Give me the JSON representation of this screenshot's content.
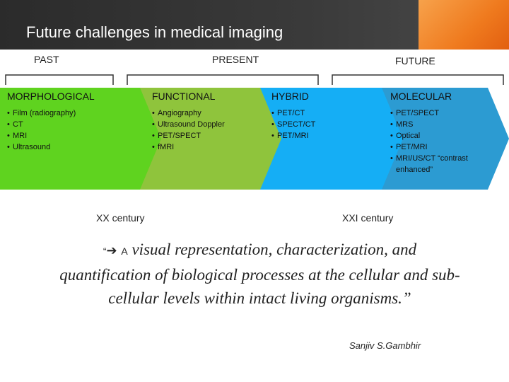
{
  "title": "Future challenges in medical imaging",
  "eras": {
    "past": "PAST",
    "present": "PRESENT",
    "future": "FUTURE"
  },
  "stages": [
    {
      "heading": "MORPHOLOGICAL",
      "items": [
        "Film (radiography)",
        "CT",
        "MRI",
        "Ultrasound"
      ],
      "color": "#5fd31f"
    },
    {
      "heading": "FUNCTIONAL",
      "items": [
        "Angiography",
        "Ultrasound Doppler",
        "PET/SPECT",
        "fMRI"
      ],
      "color": "#8fc43c"
    },
    {
      "heading": "HYBRID",
      "items": [
        "PET/CT",
        "SPECT/CT",
        "PET/MRI"
      ],
      "color": "#15aef5"
    },
    {
      "heading": "MOLECULAR",
      "items": [
        "PET/SPECT",
        "MRS",
        "Optical",
        "PET/MRI",
        "MRI/US/CT “contrast enhanced”"
      ],
      "color": "#2c9bd2"
    }
  ],
  "centuries": {
    "xx": "XX century",
    "xxi": "XXI century"
  },
  "quote": {
    "open": "“",
    "arrow": "➔",
    "lead": "A",
    "text": "visual representation, characterization, and quantification of biological processes at the cellular and sub-cellular levels within intact living organisms.”"
  },
  "author": "Sanjiv S.Gambhir"
}
